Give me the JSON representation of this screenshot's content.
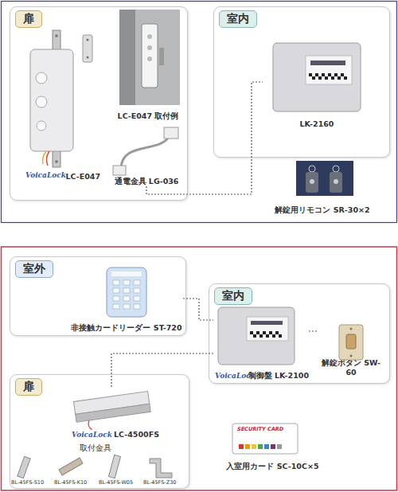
{
  "diagram": {
    "nodes": [
      {
        "text": [
          "扉"
        ]
      },
      {
        "text": [
          "LC-E047"
        ],
        "in": 0
      },
      {
        "text": [
          "LC-E047 取付例"
        ],
        "in": 0
      },
      {
        "text": [
          "通電金具 LG-036"
        ],
        "in": 0
      },
      {
        "text": [
          "室内"
        ]
      },
      {
        "text": [
          "LK-2160"
        ],
        "in": 4
      },
      {
        "text": [
          "解錠用リモコン SR-30×2"
        ]
      },
      {
        "text": [
          "室外"
        ]
      },
      {
        "text": [
          "非接触カードリーダー ST-720"
        ],
        "in": 7
      },
      {
        "text": [
          "室内"
        ]
      },
      {
        "text": [
          "制御盤 LK-2100"
        ],
        "in": 9
      },
      {
        "text": [
          "解錠ボタン SW-60"
        ],
        "in": 9
      },
      {
        "text": [
          "扉"
        ]
      },
      {
        "text": [
          "LC-4500FS"
        ],
        "in": 12
      },
      {
        "text": [
          "入室用カード SC-10C×5"
        ]
      }
    ],
    "edges": [
      {
        "from": 3,
        "to": 5,
        "arrow": "none"
      },
      {
        "from": 8,
        "to": 10,
        "arrow": "none"
      },
      {
        "from": 10,
        "to": 11,
        "arrow": "none"
      },
      {
        "from": 10,
        "to": 13,
        "arrow": "none"
      }
    ],
    "labels": [
      "VoicaLock",
      "VoicaLock",
      "VoicaLock",
      "取付金具",
      "BL-45FS-S10",
      "BL-45FS-K10",
      "BL-45FS-W05",
      "BL-45FS-Z30",
      "SECURITY CARD"
    ]
  }
}
